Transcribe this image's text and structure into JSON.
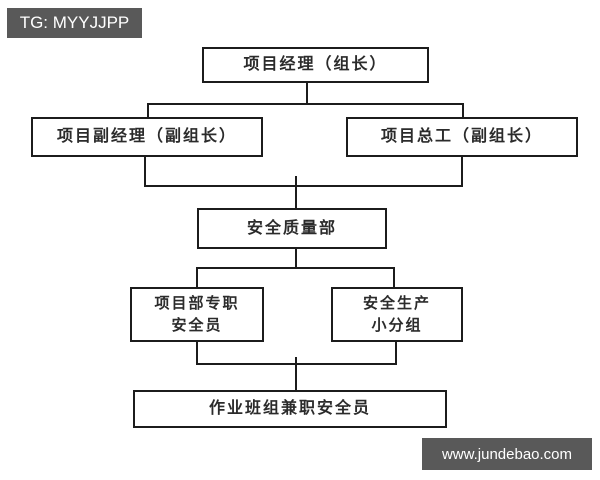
{
  "watermark": {
    "top_left": "TG: MYYJJPP",
    "bottom_right": "www.jundebao.com"
  },
  "colors": {
    "badge_bg": "#595959",
    "badge_text": "#ffffff",
    "line": "#1c1c1c",
    "background": "#ffffff"
  },
  "org_chart": {
    "type": "org-hierarchy",
    "nodes": [
      {
        "id": "project-manager",
        "label": "项目经理（组长）"
      },
      {
        "id": "deputy-project-manager",
        "label": "项目副经理（副组长）"
      },
      {
        "id": "chief-engineer",
        "label": "项目总工（副组长）"
      },
      {
        "id": "safety-quality-dept",
        "label": "安全质量部"
      },
      {
        "id": "fulltime-safety-officer",
        "label": "项目部专职\n安全员"
      },
      {
        "id": "safety-production-group",
        "label": "安全生产\n小分组"
      },
      {
        "id": "team-parttime-officer",
        "label": "作业班组兼职安全员"
      }
    ],
    "edges": [
      "project-manager -> deputy-project-manager",
      "project-manager -> chief-engineer",
      "deputy-project-manager -> safety-quality-dept",
      "chief-engineer -> safety-quality-dept",
      "safety-quality-dept -> fulltime-safety-officer",
      "safety-quality-dept -> safety-production-group",
      "fulltime-safety-officer -> team-parttime-officer",
      "safety-production-group -> team-parttime-officer"
    ]
  }
}
